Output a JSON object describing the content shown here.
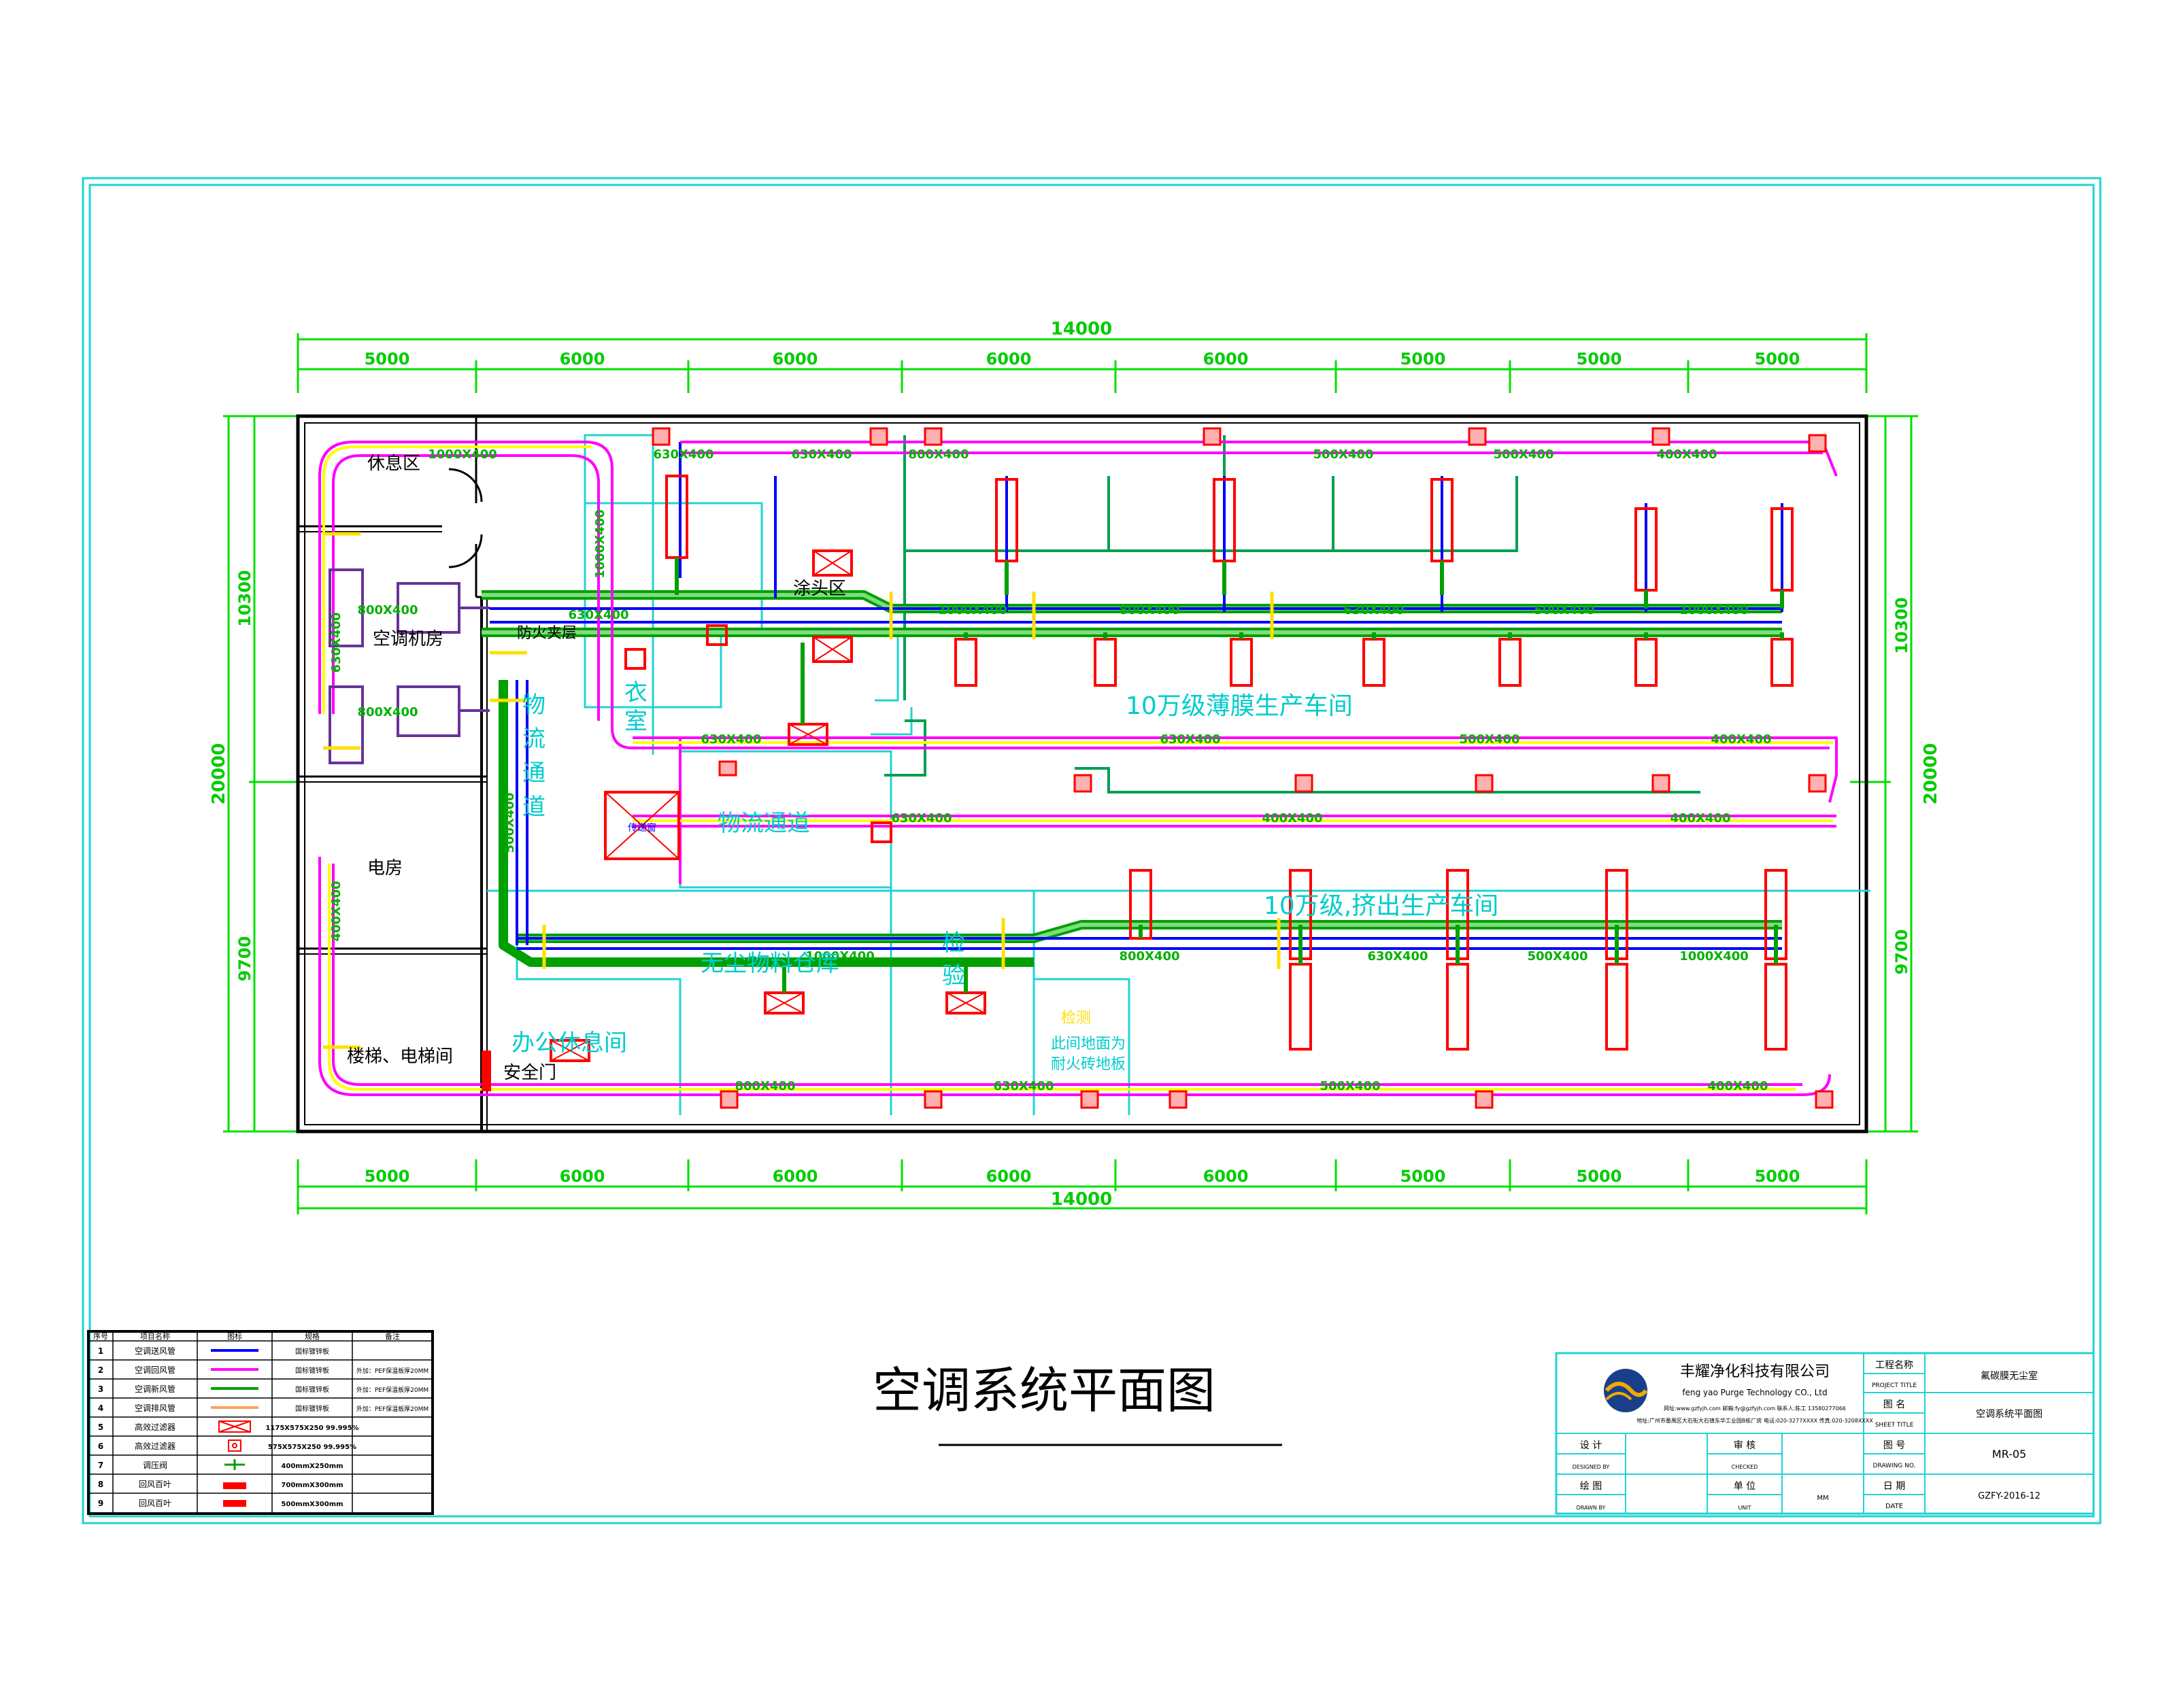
{
  "drawing_title": "空调系统平面图",
  "dimensions": {
    "total": "14000",
    "top_segments": [
      "5000",
      "6000",
      "6000",
      "6000",
      "6000",
      "5000",
      "5000",
      "5000"
    ],
    "bottom_segments": [
      "5000",
      "6000",
      "6000",
      "6000",
      "6000",
      "5000",
      "5000",
      "5000"
    ],
    "left_total": "20000",
    "right_total": "20000",
    "left_segments": [
      "10300",
      "9700"
    ],
    "right_segments": [
      "10300",
      "9700"
    ]
  },
  "rooms": {
    "rest_area": "休息区",
    "ac_room": "空调机房",
    "fire_corridor": "防火夹层",
    "coating_room": "涂头区",
    "locker_1": "衣",
    "locker_2": "室",
    "logistics_v1": "物",
    "logistics_v2": "流",
    "logistics_v3": "通",
    "logistics_v4": "道",
    "transfer_window": "传递窗",
    "logistics_corridor": "物流通道",
    "film_workshop": "10万级薄膜生产车间",
    "extrusion_workshop": "10万级,挤出生产车间",
    "electrical_room": "电房",
    "material_store": "无尘物料仓库",
    "inspection_1": "检",
    "inspection_2": "验",
    "office_rest": "办公休息间",
    "stair_elevator": "楼梯、电梯间",
    "safety_exit": "安全门",
    "note_1": "此间地面为",
    "note_2": "耐火砖地板",
    "note_label": "检测"
  },
  "duct_labels": [
    "1000X400",
    "630X400",
    "630X400",
    "800X400",
    "500X400",
    "500X400",
    "400X400",
    "1000X400",
    "800X400",
    "630X400",
    "500X400",
    "1000X400",
    "630X400",
    "630X400",
    "630X400",
    "500X400",
    "400X400",
    "630X400",
    "400X400",
    "400X400",
    "1000X400",
    "800X400",
    "630X400",
    "500X400",
    "1000X400",
    "800X400",
    "630X400",
    "500X400",
    "400X400",
    "1000X400",
    "630X400",
    "500X400",
    "400X400",
    "800X400",
    "800X400",
    "500X400"
  ],
  "legend": {
    "headers": [
      "序号",
      "项目名称",
      "图标",
      "规格",
      "备注"
    ],
    "rows": [
      {
        "no": "1",
        "name": "空调送风管",
        "spec": "国标镀锌板",
        "note": "",
        "icon": "line-blue"
      },
      {
        "no": "2",
        "name": "空调回风管",
        "spec": "国标镀锌板",
        "note": "外加：PEF保温板厚20MM",
        "icon": "line-magenta"
      },
      {
        "no": "3",
        "name": "空调新风管",
        "spec": "国标镀锌板",
        "note": "外加：PEF保温板厚20MM",
        "icon": "line-green"
      },
      {
        "no": "4",
        "name": "空调排风管",
        "spec": "国标镀锌板",
        "note": "外加：PEF保温板厚20MM",
        "icon": "line-orange"
      },
      {
        "no": "5",
        "name": "高效过滤器",
        "spec": "1175X575X250 99.995%",
        "note": "",
        "icon": "filter-red"
      },
      {
        "no": "6",
        "name": "高效过滤器",
        "spec": "575X575X250 99.995%",
        "note": "",
        "icon": "filter-small"
      },
      {
        "no": "7",
        "name": "调压阀",
        "spec": "400mmX250mm",
        "note": "",
        "icon": "valve-green"
      },
      {
        "no": "8",
        "name": "回风百叶",
        "spec": "700mmX300mm",
        "note": "",
        "icon": "louver-1"
      },
      {
        "no": "9",
        "name": "回风百叶",
        "spec": "500mmX300mm",
        "note": "",
        "icon": "louver-2"
      }
    ]
  },
  "title_block": {
    "company_cn": "丰耀净化科技有限公司",
    "company_en": "feng yao Purge Technology CO., Ltd",
    "contact_line": "网址:www.gzfyjh.com    邮箱:fy@gzfyjh.com    联系人:陈工 13580277066",
    "address_line": "地址:广州市番禺区大石街大石镇东华工业园B栋厂房 电话:020-3277XXXX 传真:020-3208XXXX",
    "project_label": "工程名称",
    "project_label_en": "PROJECT TITLE",
    "project_value": "氟碳膜无尘室",
    "sheet_label": "图  名",
    "sheet_label_en": "SHEET TITLE",
    "sheet_value": "空调系统平面图",
    "design_label": "设  计",
    "design_label_en": "DESIGNED BY",
    "review_label": "审  核",
    "review_label_en": "CHECKED",
    "drawn_label": "绘  图",
    "drawn_label_en": "DRAWN BY",
    "unit_label": "单  位",
    "unit_label_en": "UNIT",
    "unit_value": "MM",
    "drawing_no_label": "图  号",
    "drawing_no_label_en": "DRAWING NO.",
    "drawing_no_value": "MR-05",
    "date_label": "日  期",
    "date_label_en": "DATE",
    "date_value": "GZFY-2016-12"
  },
  "colors": {
    "border": "#22d3d3",
    "wall": "#000000",
    "supply": "#0000ff",
    "return": "#ff00ff",
    "fresh": "#00a000",
    "exhaust": "#ffff00",
    "filter": "#ff0000",
    "dimension": "#00e000",
    "room_text": "#00cccc"
  }
}
